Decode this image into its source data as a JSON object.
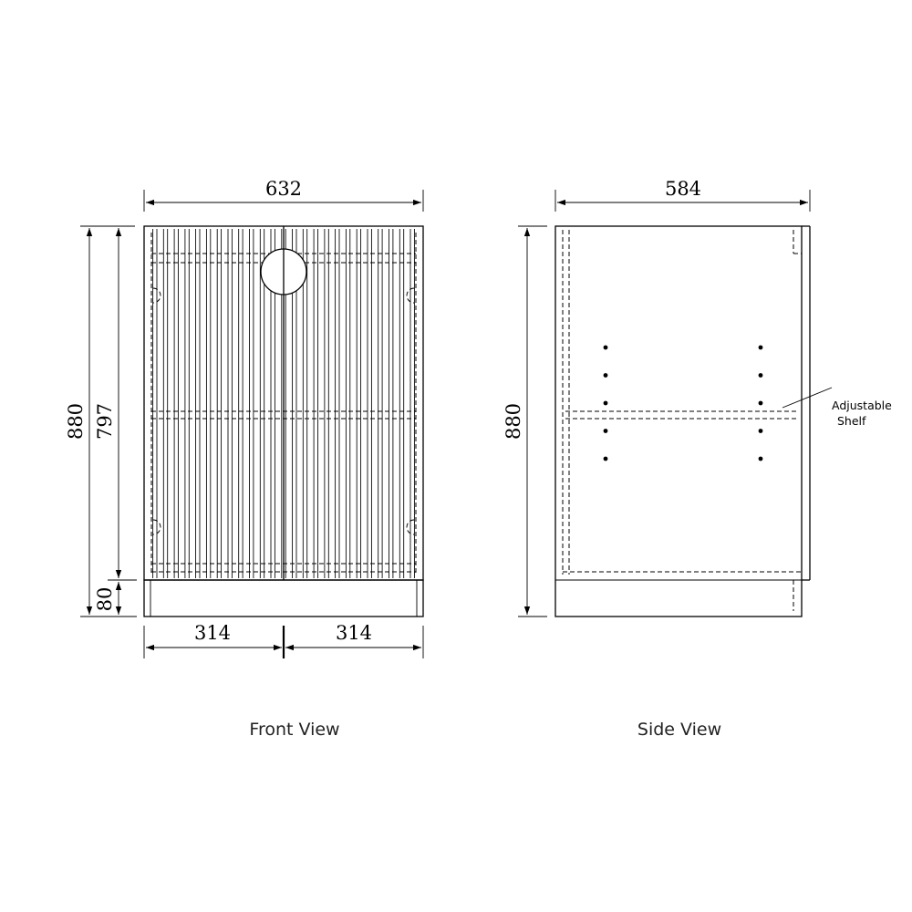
{
  "front_view": {
    "caption": "Front View",
    "dimensions": {
      "overall_width": "632",
      "overall_height": "880",
      "door_height": "797",
      "plinth_height": "80",
      "left_half_width": "314",
      "right_half_width": "314"
    },
    "slat_count": 26,
    "has_waste_hole": true
  },
  "side_view": {
    "caption": "Side View",
    "dimensions": {
      "overall_depth": "584",
      "overall_height": "880"
    },
    "shelf_label_line1": "Adjustable",
    "shelf_label_line2": "Shelf",
    "shelf_pin_rows": 5
  },
  "colors": {
    "line": "#000000",
    "background": "#ffffff",
    "caption_text": "#222222"
  }
}
